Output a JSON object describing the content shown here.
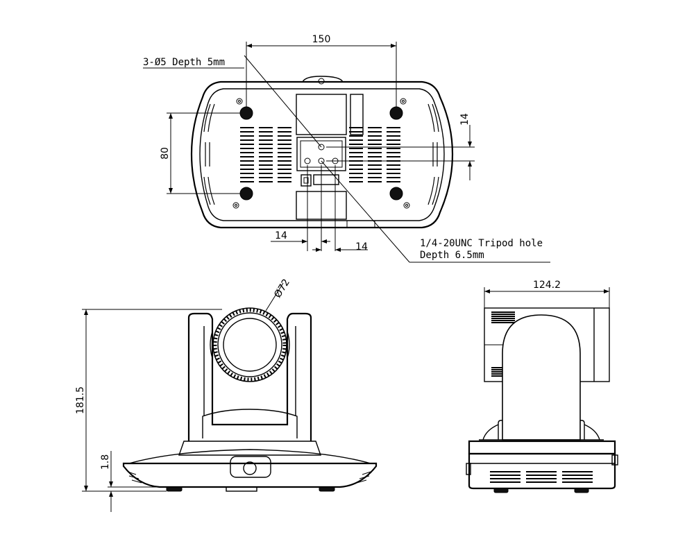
{
  "top_view": {
    "dim_width": "150",
    "dim_height": "80",
    "dim_right": "14",
    "dim_bottom_left": "14",
    "dim_bottom_right": "14",
    "note_holes": "3-Ø5 Depth 5mm",
    "note_tripod_line1": "1/4-20UNC Tripod hole",
    "note_tripod_line2": "Depth 6.5mm"
  },
  "front_view": {
    "dim_lens": "Ø72",
    "dim_height": "181.5",
    "dim_foot": "1.8"
  },
  "side_view": {
    "dim_width": "124.2"
  }
}
